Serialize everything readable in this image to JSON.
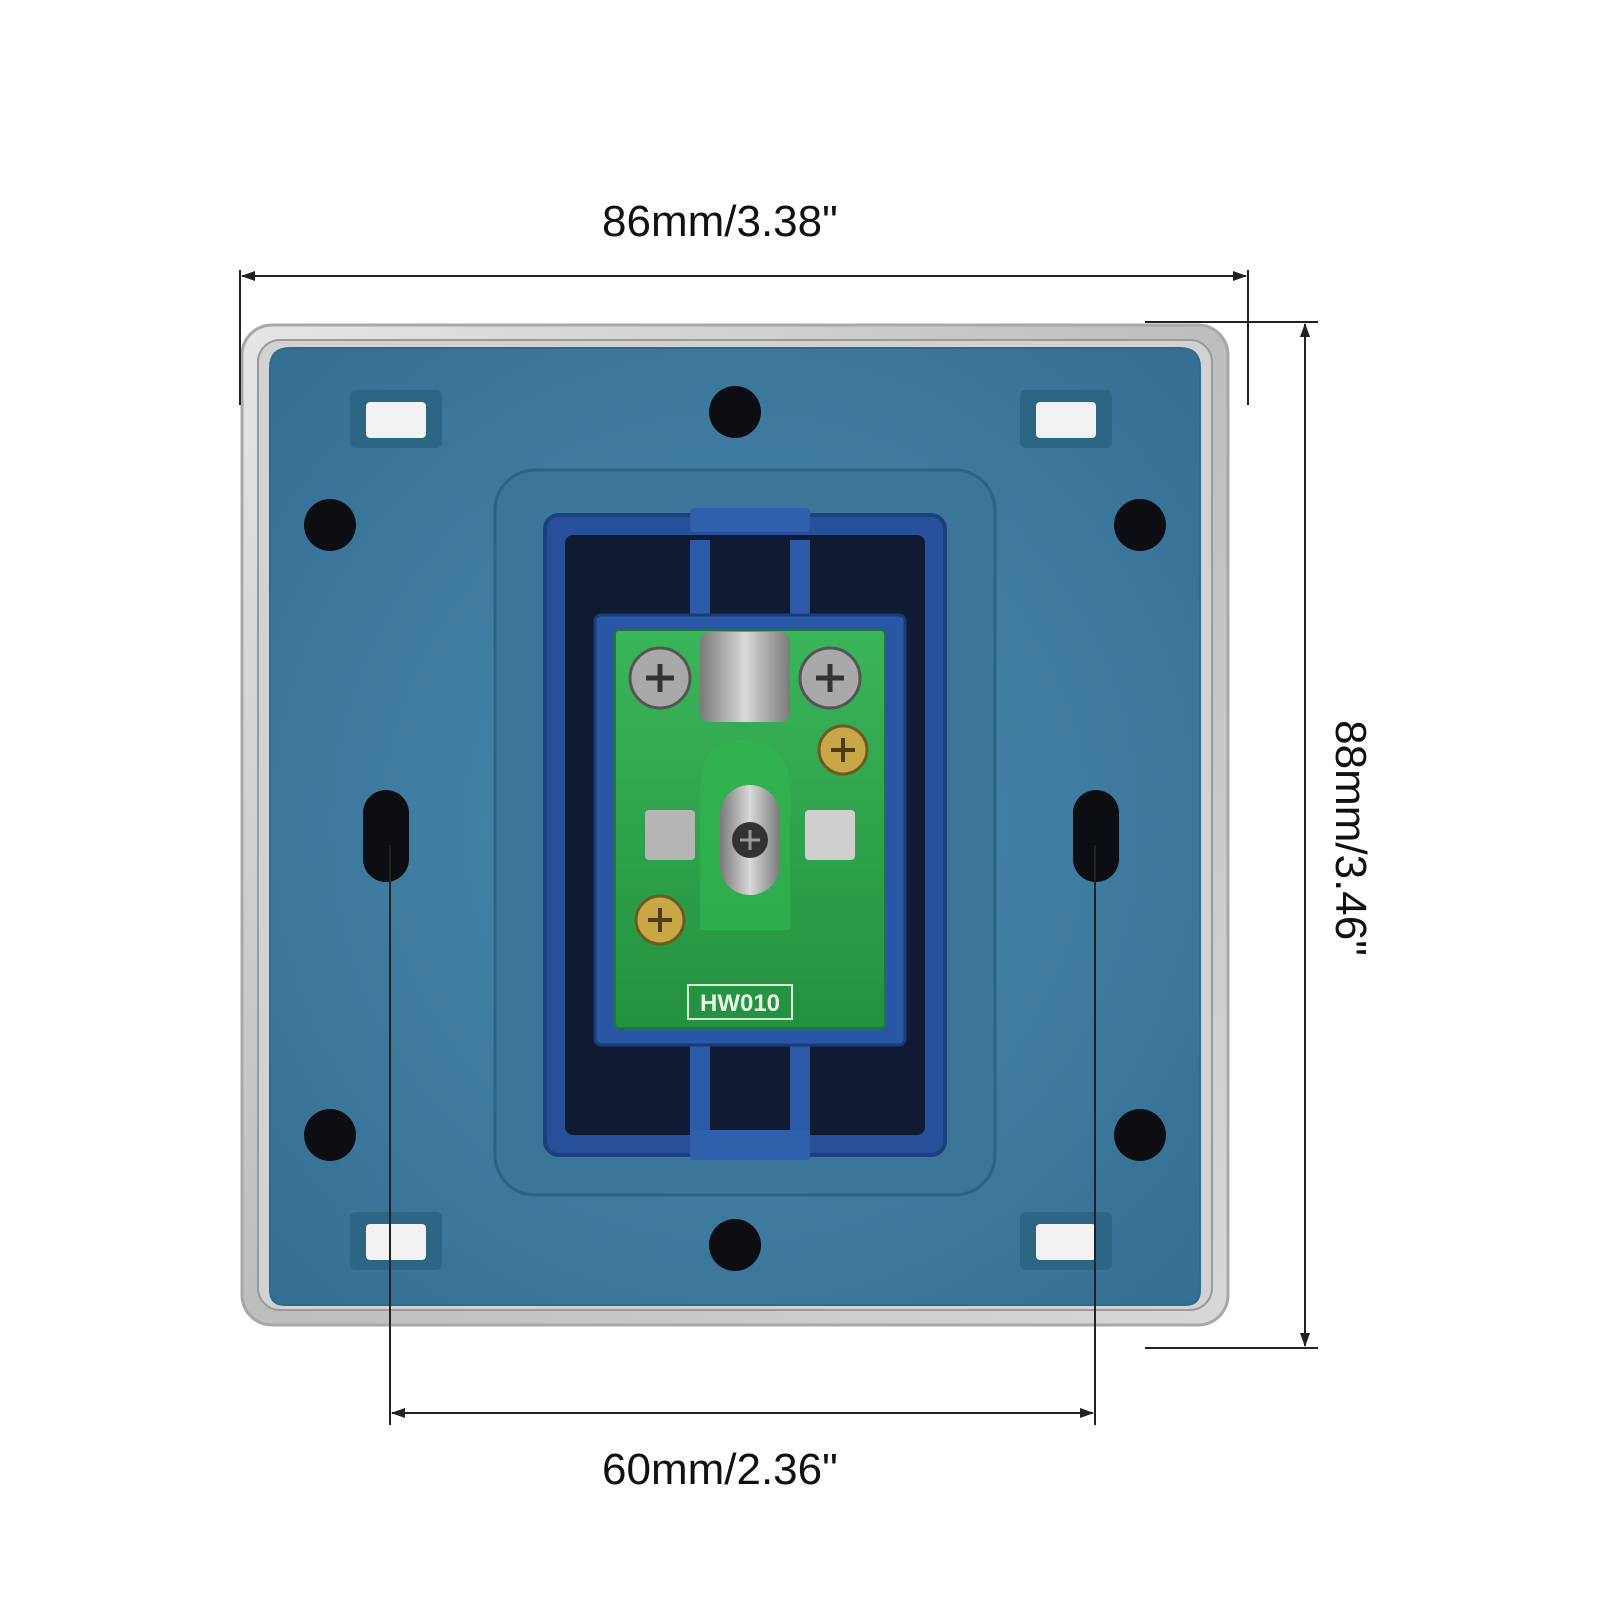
{
  "dimensions": {
    "width_label": "86mm/3.38\"",
    "height_label": "88mm/3.46\"",
    "hole_spacing_label": "60mm/2.36\""
  },
  "product": {
    "pcb_marking": "HW010"
  },
  "colors": {
    "plate_blue": "#3f7da0",
    "module_blue": "#2e5aa8",
    "frame_silver": "#c9c9c9",
    "pcb_green": "#2aa34a"
  }
}
